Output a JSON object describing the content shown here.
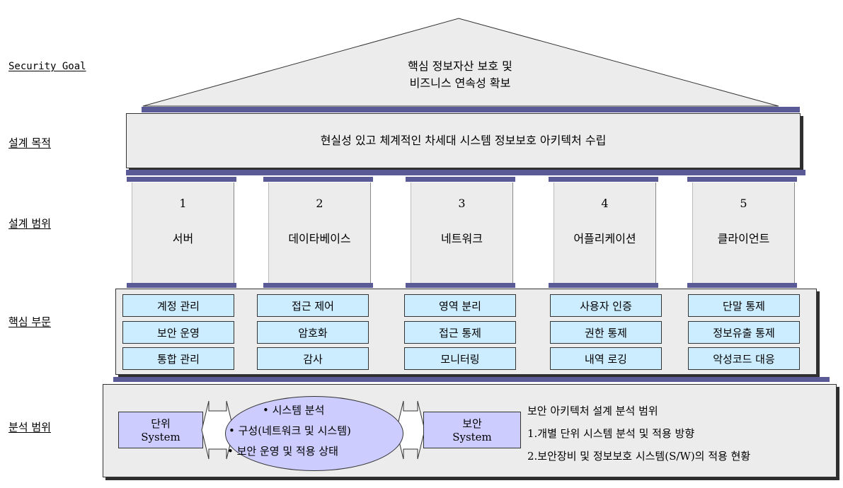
{
  "side_labels": {
    "goal": "Security Goal",
    "purpose": "설계 목적",
    "scope": "설계 범위",
    "core": "핵심 부문",
    "analysis": "분석 범위"
  },
  "roof": {
    "line1": "핵심 정보자산 보호 및",
    "line2": "비즈니스 연속성 확보"
  },
  "purpose_text": "현실성 있고 체계적인 차세대 시스템 정보보호 아키텍처 수립",
  "pillars": [
    {
      "number": "1",
      "name": "서버"
    },
    {
      "number": "2",
      "name": "데이타베이스"
    },
    {
      "number": "3",
      "name": "네트워크"
    },
    {
      "number": "4",
      "name": "어플리케이션"
    },
    {
      "number": "5",
      "name": "클라이언트"
    }
  ],
  "core_cells": [
    [
      "계정 관리",
      "보안 운영",
      "통합 관리"
    ],
    [
      "접근 제어",
      "암호화",
      "감사"
    ],
    [
      "영역 분리",
      "접근 통제",
      "모니터링"
    ],
    [
      "사용자 인증",
      "권한 통제",
      "내역 로깅"
    ],
    [
      "단말 통제",
      "정보유출 통제",
      "악성코드 대응"
    ]
  ],
  "analysis": {
    "unit_system": {
      "line1": "단위",
      "line2": "System"
    },
    "security_system": {
      "line1": "보안",
      "line2": "System"
    },
    "ellipse_items": [
      "•  시스템 분석",
      "• 구성(네트워크 및 시스템)",
      "•  보안 운영 및 적용 상태"
    ],
    "scope_title": "보안 아키텍처 설계 분석 범위",
    "scope_items": [
      "1.개별 단위 시스템 분석 및 적용 방향",
      "2.보안장비 및 정보보호 시스템(S/W)의 적용 현황"
    ]
  }
}
